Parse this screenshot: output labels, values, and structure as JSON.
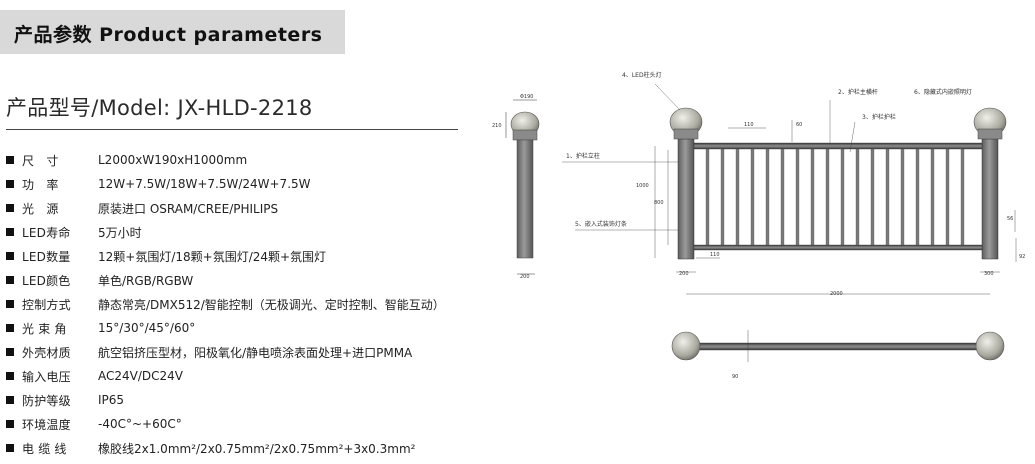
{
  "header": {
    "title": "产品参数  Product parameters"
  },
  "model": {
    "label": "产品型号/Model: JX-HLD-2218"
  },
  "specs": [
    {
      "label": "尺　寸",
      "value": "L2000xW190xH1000mm"
    },
    {
      "label": "功　率",
      "value": "12W+7.5W/18W+7.5W/24W+7.5W"
    },
    {
      "label": "光　源",
      "value": "原装进口 OSRAM/CREE/PHILIPS"
    },
    {
      "label": "LED寿命",
      "value": "5万小时"
    },
    {
      "label": "LED数量",
      "value": "12颗+氛围灯/18颗+氛围灯/24颗+氛围灯"
    },
    {
      "label": "LED颜色",
      "value": "单色/RGB/RGBW"
    },
    {
      "label": "控制方式",
      "value": "静态常亮/DMX512/智能控制（无极调光、定时控制、智能互动）"
    },
    {
      "label": "光 束 角",
      "value": "15°/30°/45°/60°"
    },
    {
      "label": "外壳材质",
      "value": "航空铝挤压型材，阳极氧化/静电喷涂表面处理+进口PMMA"
    },
    {
      "label": "输入电压",
      "value": "AC24V/DC24V"
    },
    {
      "label": "防护等级",
      "value": "IP65"
    },
    {
      "label": "环境温度",
      "value": "-40C°~+60C°"
    },
    {
      "label": "电 缆 线",
      "value": "橡胶线2x1.0mm²/2x0.75mm²/2x0.75mm²+3x0.3mm²"
    }
  ],
  "diagram": {
    "callouts": {
      "led_lamp": "4、LED柱头灯",
      "top_rail": "2、护栏主横杆",
      "guard_tube": "3、护栏护栏",
      "pillar": "1、护栏立柱",
      "light_strip": "5、嵌入式装饰灯条",
      "inner_lamp": "6、隐藏式内嵌照明灯"
    },
    "dims": {
      "cap_w": "Φ190",
      "cap_h": "210",
      "side_base": "200",
      "total_h": "1000",
      "inner_h": "800",
      "rail_gap": "110",
      "rail_top": "60",
      "bottom_gap": "110",
      "right_gap": "56",
      "right_base": "92",
      "left_base": "200",
      "right_post_base": "300",
      "length": "2000",
      "top_view_w": "90"
    }
  }
}
